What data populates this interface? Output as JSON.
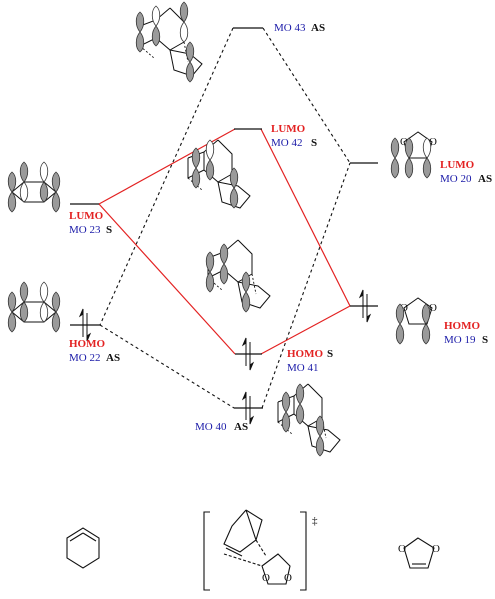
{
  "colors": {
    "blue": "#1a1aa8",
    "red": "#e32222",
    "black": "#111111",
    "lobe": "#9a9a9a"
  },
  "levels": {
    "mo43": {
      "name": "MO 43",
      "sym": "AS"
    },
    "mo42": {
      "tag": "LUMO",
      "name": "MO 42",
      "sym": "S"
    },
    "mo41": {
      "tag": "HOMO",
      "name": "MO 41",
      "sym": "S"
    },
    "mo40": {
      "name": "MO 40",
      "sym": "AS"
    },
    "mo23": {
      "tag": "LUMO",
      "name": "MO 23",
      "sym": "S"
    },
    "mo22": {
      "tag": "HOMO",
      "name": "MO 22",
      "sym": "AS"
    },
    "mo20": {
      "tag": "LUMO",
      "name": "MO  20",
      "sym": "AS"
    },
    "mo19": {
      "tag": "HOMO",
      "name": "MO 19",
      "sym": "S"
    }
  },
  "transition_state_mark": "‡"
}
